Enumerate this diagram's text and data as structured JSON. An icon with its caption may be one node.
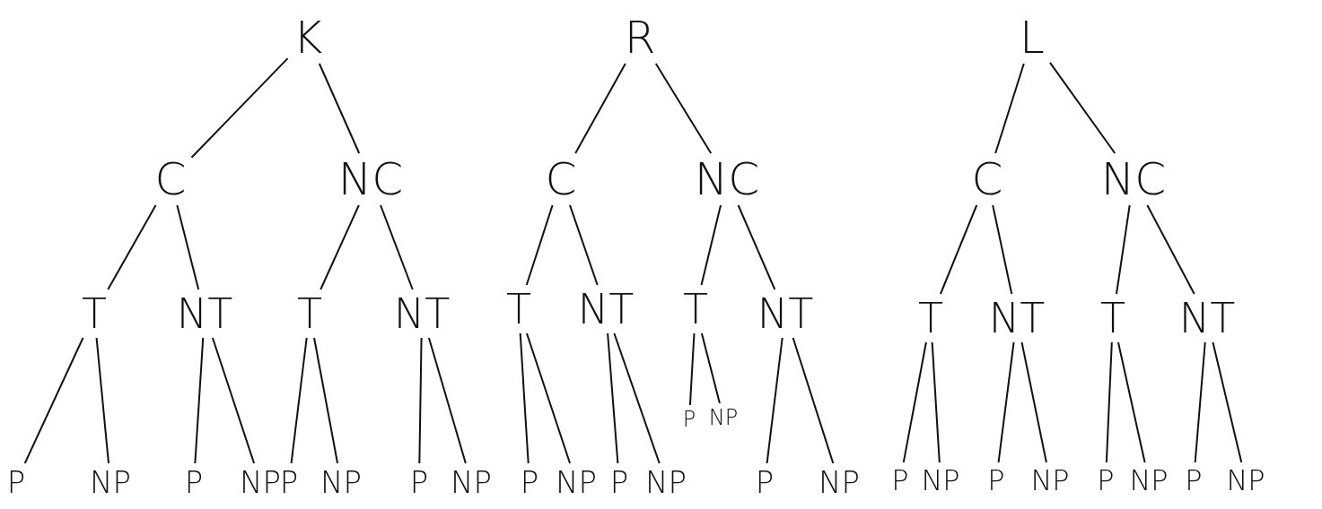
{
  "diagram": {
    "nodes": [
      {
        "text": [
          "K"
        ]
      },
      {
        "text": [
          "R"
        ]
      },
      {
        "text": [
          "L"
        ]
      },
      {
        "text": [
          "C"
        ]
      },
      {
        "text": [
          "NC"
        ]
      },
      {
        "text": [
          "C"
        ]
      },
      {
        "text": [
          "NC"
        ]
      },
      {
        "text": [
          "C"
        ]
      },
      {
        "text": [
          "NC"
        ]
      },
      {
        "text": [
          "T"
        ]
      },
      {
        "text": [
          "NT"
        ]
      },
      {
        "text": [
          "T"
        ]
      },
      {
        "text": [
          "NT"
        ]
      },
      {
        "text": [
          "T"
        ]
      },
      {
        "text": [
          "NT"
        ]
      },
      {
        "text": [
          "T"
        ]
      },
      {
        "text": [
          "NT"
        ]
      },
      {
        "text": [
          "T"
        ]
      },
      {
        "text": [
          "NT"
        ]
      },
      {
        "text": [
          "T"
        ]
      },
      {
        "text": [
          "NT"
        ]
      },
      {
        "text": [
          "P"
        ]
      },
      {
        "text": [
          "NP"
        ]
      },
      {
        "text": [
          "P"
        ]
      },
      {
        "text": [
          "NP"
        ]
      },
      {
        "text": [
          "P"
        ]
      },
      {
        "text": [
          "NP"
        ]
      },
      {
        "text": [
          "P"
        ]
      },
      {
        "text": [
          "NP"
        ]
      },
      {
        "text": [
          "P"
        ]
      },
      {
        "text": [
          "NP"
        ]
      },
      {
        "text": [
          "P"
        ]
      },
      {
        "text": [
          "NP"
        ]
      },
      {
        "text": [
          "P"
        ]
      },
      {
        "text": [
          "NP"
        ]
      },
      {
        "text": [
          "P"
        ]
      },
      {
        "text": [
          "NP"
        ]
      },
      {
        "text": [
          "P"
        ]
      },
      {
        "text": [
          "NP"
        ]
      },
      {
        "text": [
          "P"
        ]
      },
      {
        "text": [
          "NP"
        ]
      },
      {
        "text": [
          "P"
        ]
      },
      {
        "text": [
          "NP"
        ]
      },
      {
        "text": [
          "P"
        ]
      },
      {
        "text": [
          "NP"
        ]
      }
    ],
    "edges": [
      {
        "from": 0,
        "to": 3,
        "arrow": "none"
      },
      {
        "from": 0,
        "to": 4,
        "arrow": "none"
      },
      {
        "from": 1,
        "to": 5,
        "arrow": "none"
      },
      {
        "from": 1,
        "to": 6,
        "arrow": "none"
      },
      {
        "from": 2,
        "to": 7,
        "arrow": "none"
      },
      {
        "from": 2,
        "to": 8,
        "arrow": "none"
      },
      {
        "from": 3,
        "to": 9,
        "arrow": "none"
      },
      {
        "from": 3,
        "to": 10,
        "arrow": "none"
      },
      {
        "from": 4,
        "to": 11,
        "arrow": "none"
      },
      {
        "from": 4,
        "to": 12,
        "arrow": "none"
      },
      {
        "from": 5,
        "to": 13,
        "arrow": "none"
      },
      {
        "from": 5,
        "to": 14,
        "arrow": "none"
      },
      {
        "from": 6,
        "to": 15,
        "arrow": "none"
      },
      {
        "from": 6,
        "to": 16,
        "arrow": "none"
      },
      {
        "from": 7,
        "to": 17,
        "arrow": "none"
      },
      {
        "from": 7,
        "to": 18,
        "arrow": "none"
      },
      {
        "from": 8,
        "to": 19,
        "arrow": "none"
      },
      {
        "from": 8,
        "to": 20,
        "arrow": "none"
      },
      {
        "from": 9,
        "to": 21,
        "arrow": "none"
      },
      {
        "from": 9,
        "to": 22,
        "arrow": "none"
      },
      {
        "from": 10,
        "to": 23,
        "arrow": "none"
      },
      {
        "from": 10,
        "to": 24,
        "arrow": "none"
      },
      {
        "from": 11,
        "to": 25,
        "arrow": "none"
      },
      {
        "from": 11,
        "to": 26,
        "arrow": "none"
      },
      {
        "from": 12,
        "to": 27,
        "arrow": "none"
      },
      {
        "from": 12,
        "to": 28,
        "arrow": "none"
      },
      {
        "from": 13,
        "to": 29,
        "arrow": "none"
      },
      {
        "from": 13,
        "to": 30,
        "arrow": "none"
      },
      {
        "from": 14,
        "to": 31,
        "arrow": "none"
      },
      {
        "from": 14,
        "to": 32,
        "arrow": "none"
      },
      {
        "from": 15,
        "to": 33,
        "arrow": "none"
      },
      {
        "from": 15,
        "to": 34,
        "arrow": "none"
      },
      {
        "from": 16,
        "to": 35,
        "arrow": "none"
      },
      {
        "from": 16,
        "to": 36,
        "arrow": "none"
      },
      {
        "from": 17,
        "to": 37,
        "arrow": "none"
      },
      {
        "from": 17,
        "to": 38,
        "arrow": "none"
      },
      {
        "from": 18,
        "to": 39,
        "arrow": "none"
      },
      {
        "from": 18,
        "to": 40,
        "arrow": "none"
      },
      {
        "from": 19,
        "to": 41,
        "arrow": "none"
      },
      {
        "from": 19,
        "to": 42,
        "arrow": "none"
      },
      {
        "from": 20,
        "to": 43,
        "arrow": "none"
      },
      {
        "from": 20,
        "to": 44,
        "arrow": "none"
      }
    ]
  }
}
